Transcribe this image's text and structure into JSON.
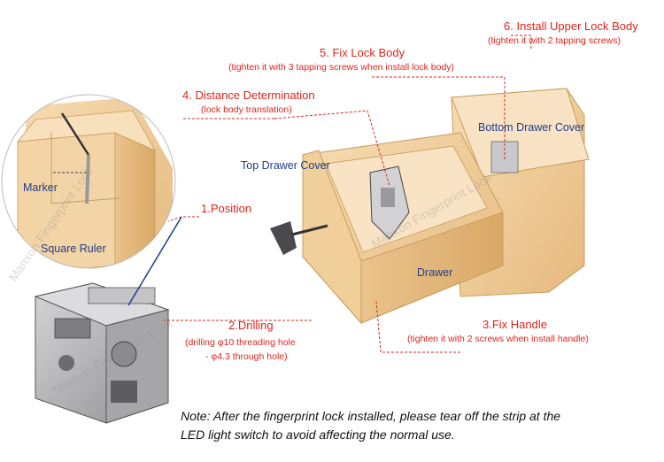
{
  "steps": {
    "position": {
      "title": "1.Position"
    },
    "drilling": {
      "title": "2.Drilling",
      "sub1": "(drilling φ10 threading hole",
      "sub2": "- φ4.3 through hole)"
    },
    "fix_handle": {
      "title": "3.Fix Handle",
      "sub": "(tighten it with 2 screws when install handle)"
    },
    "distance": {
      "title": "4. Distance Determination",
      "sub": "(lock body translation)"
    },
    "fix_lock_body": {
      "title": "5. Fix Lock Body",
      "sub": "(tighten it with 3 tapping screws when install lock body)"
    },
    "upper_lock_body": {
      "title": "6. Install Upper Lock Body",
      "sub": "(tighten it with 2 tapping screws)"
    }
  },
  "labels": {
    "marker": "Marker",
    "square_ruler": "Square Ruler",
    "top_drawer_cover": "Top Drawer Cover",
    "bottom_drawer_cover": "Bottom Drawer Cover",
    "drawer": "Drawer"
  },
  "note": {
    "line1": "Note: After the fingerprint lock installed, please tear off the strip at the",
    "line2": "LED light switch to avoid affecting the normal use."
  },
  "watermark": "Manxon Fingerprint Lock",
  "colors": {
    "callout": "#e0241b",
    "label": "#1f3d8f",
    "wood": "#f2cfa0",
    "wood_dark": "#d9a866",
    "metal": "#b9b9bb"
  }
}
